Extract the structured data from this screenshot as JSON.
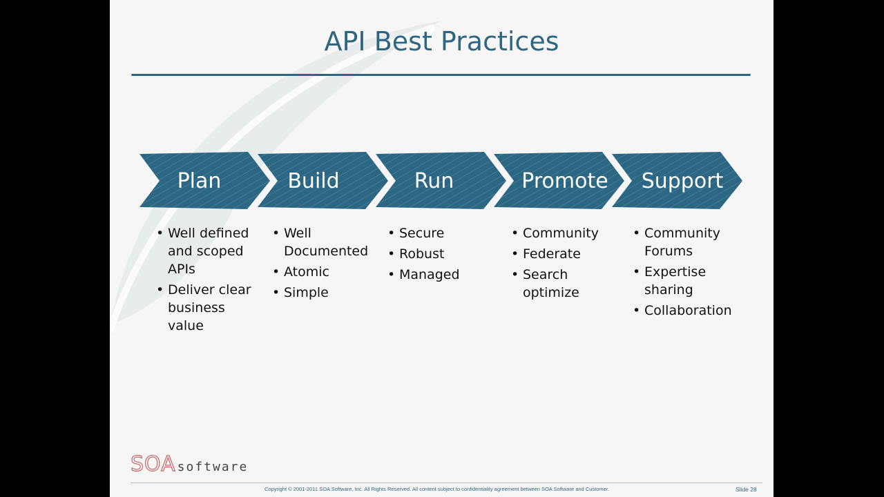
{
  "slide": {
    "title": "API Best Practices",
    "stages": [
      {
        "label": "Plan",
        "bullets": [
          "Well defined and scoped APIs",
          "Deliver clear business value"
        ]
      },
      {
        "label": "Build",
        "bullets": [
          "Well Documented",
          "Atomic",
          "Simple"
        ]
      },
      {
        "label": "Run",
        "bullets": [
          "Secure",
          "Robust",
          "Managed"
        ]
      },
      {
        "label": "Promote",
        "bullets": [
          "Community",
          "Federate",
          "Search optimize"
        ]
      },
      {
        "label": "Support",
        "bullets": [
          "Community Forums",
          "Expertise sharing",
          "Collaboration"
        ]
      }
    ],
    "logo": {
      "primary": "SOA",
      "secondary": "software"
    },
    "copyright": "Copyright © 2001-2011 SOA Software, Inc. All Rights Reserved. All content subject to confidentiality agreement between SOA Software and Customer.",
    "slide_number": "Slide 28"
  },
  "colors": {
    "accent": "#2e6681",
    "chevron": "#2b6683",
    "logo_red": "#c46161",
    "background": "#f6f6f6"
  }
}
